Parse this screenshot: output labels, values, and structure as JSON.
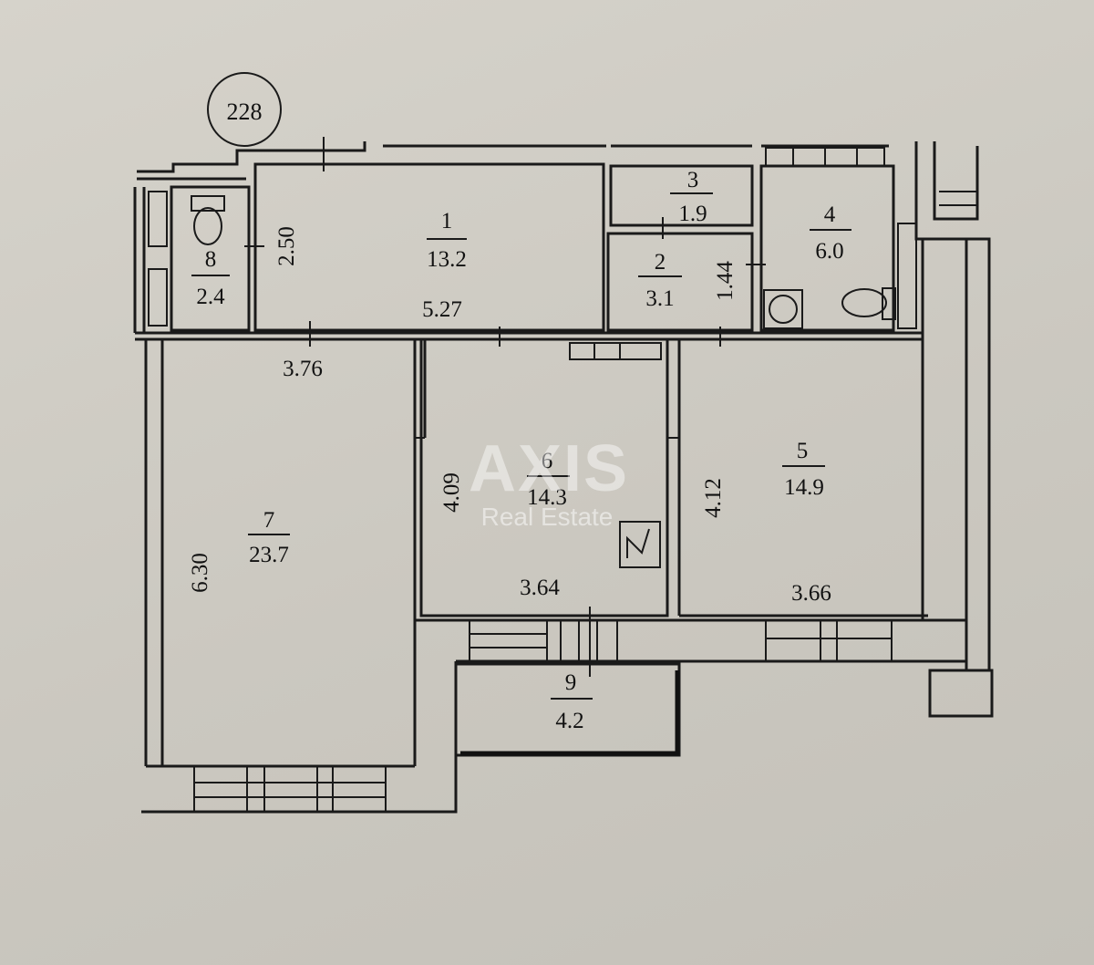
{
  "plan": {
    "apartment_number": "228",
    "rooms": [
      {
        "id": "1",
        "area": "13.2"
      },
      {
        "id": "2",
        "area": "3.1"
      },
      {
        "id": "3",
        "area": "1.9"
      },
      {
        "id": "4",
        "area": "6.0"
      },
      {
        "id": "5",
        "area": "14.9"
      },
      {
        "id": "6",
        "area": "14.3"
      },
      {
        "id": "7",
        "area": "23.7"
      },
      {
        "id": "8",
        "area": "2.4"
      },
      {
        "id": "9",
        "area": "4.2"
      }
    ],
    "dimensions": {
      "hall_height": "2.50",
      "hall_width": "5.27",
      "corridor_height": "1.44",
      "room7_width": "3.76",
      "room7_height": "6.30",
      "room6_height": "4.09",
      "room6_width": "3.64",
      "room5_height": "4.12",
      "room5_width": "3.66"
    }
  },
  "watermark": {
    "brand": "AXIS",
    "tagline": "Real Estate"
  }
}
